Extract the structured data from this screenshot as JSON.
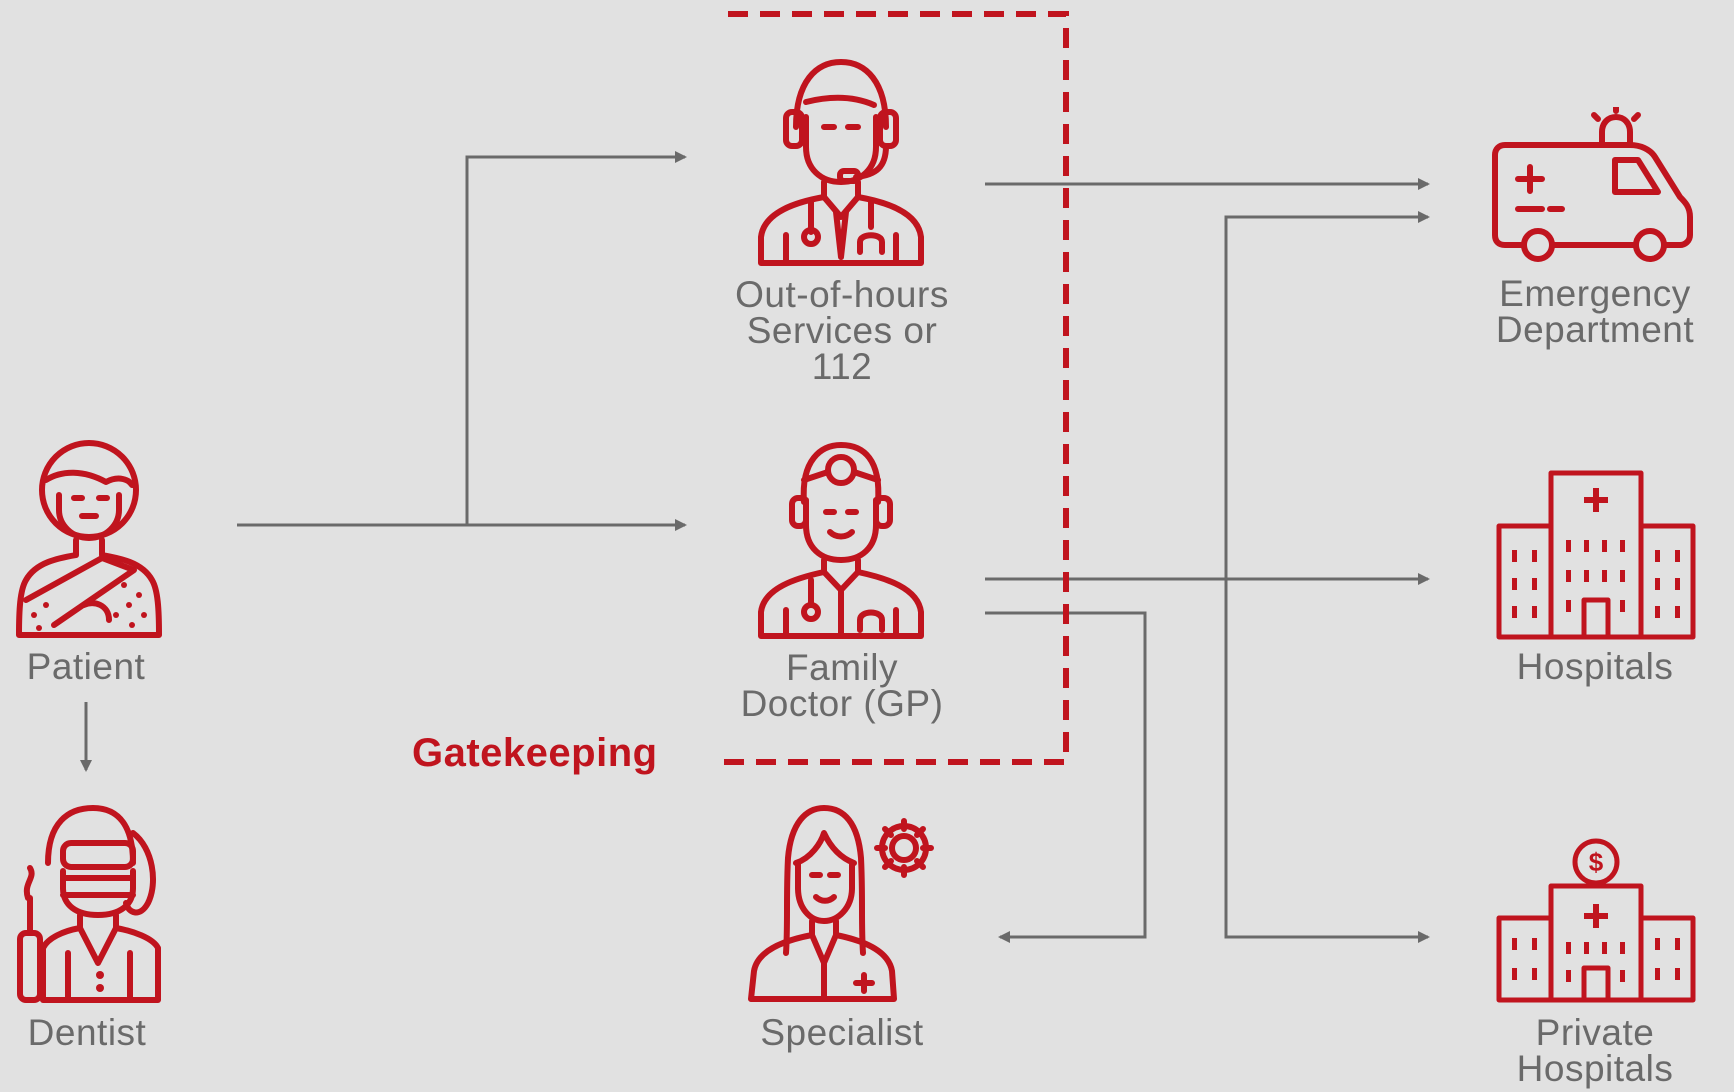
{
  "colors": {
    "accent": "#c0141e",
    "arrow": "#6a6a6a",
    "text": "#6a6a6a",
    "background": "#e1e1e1"
  },
  "nodes": {
    "patient": {
      "label": "Patient",
      "icon": "patient-icon"
    },
    "dentist": {
      "label": "Dentist",
      "icon": "dentist-icon"
    },
    "ooh": {
      "label": "Out-of-hours\nServices or\n112",
      "icon": "call-center-doctor-icon"
    },
    "gp": {
      "label": "Family\nDoctor (GP)",
      "icon": "family-doctor-icon"
    },
    "specialist": {
      "label": "Specialist",
      "icon": "specialist-icon"
    },
    "emergency": {
      "label": "Emergency\nDepartment",
      "icon": "ambulance-icon"
    },
    "hospitals": {
      "label": "Hospitals",
      "icon": "hospital-icon"
    },
    "private": {
      "label": "Private\nHospitals",
      "icon": "private-hospital-icon"
    }
  },
  "gatekeeping": {
    "label": "Gatekeeping"
  }
}
